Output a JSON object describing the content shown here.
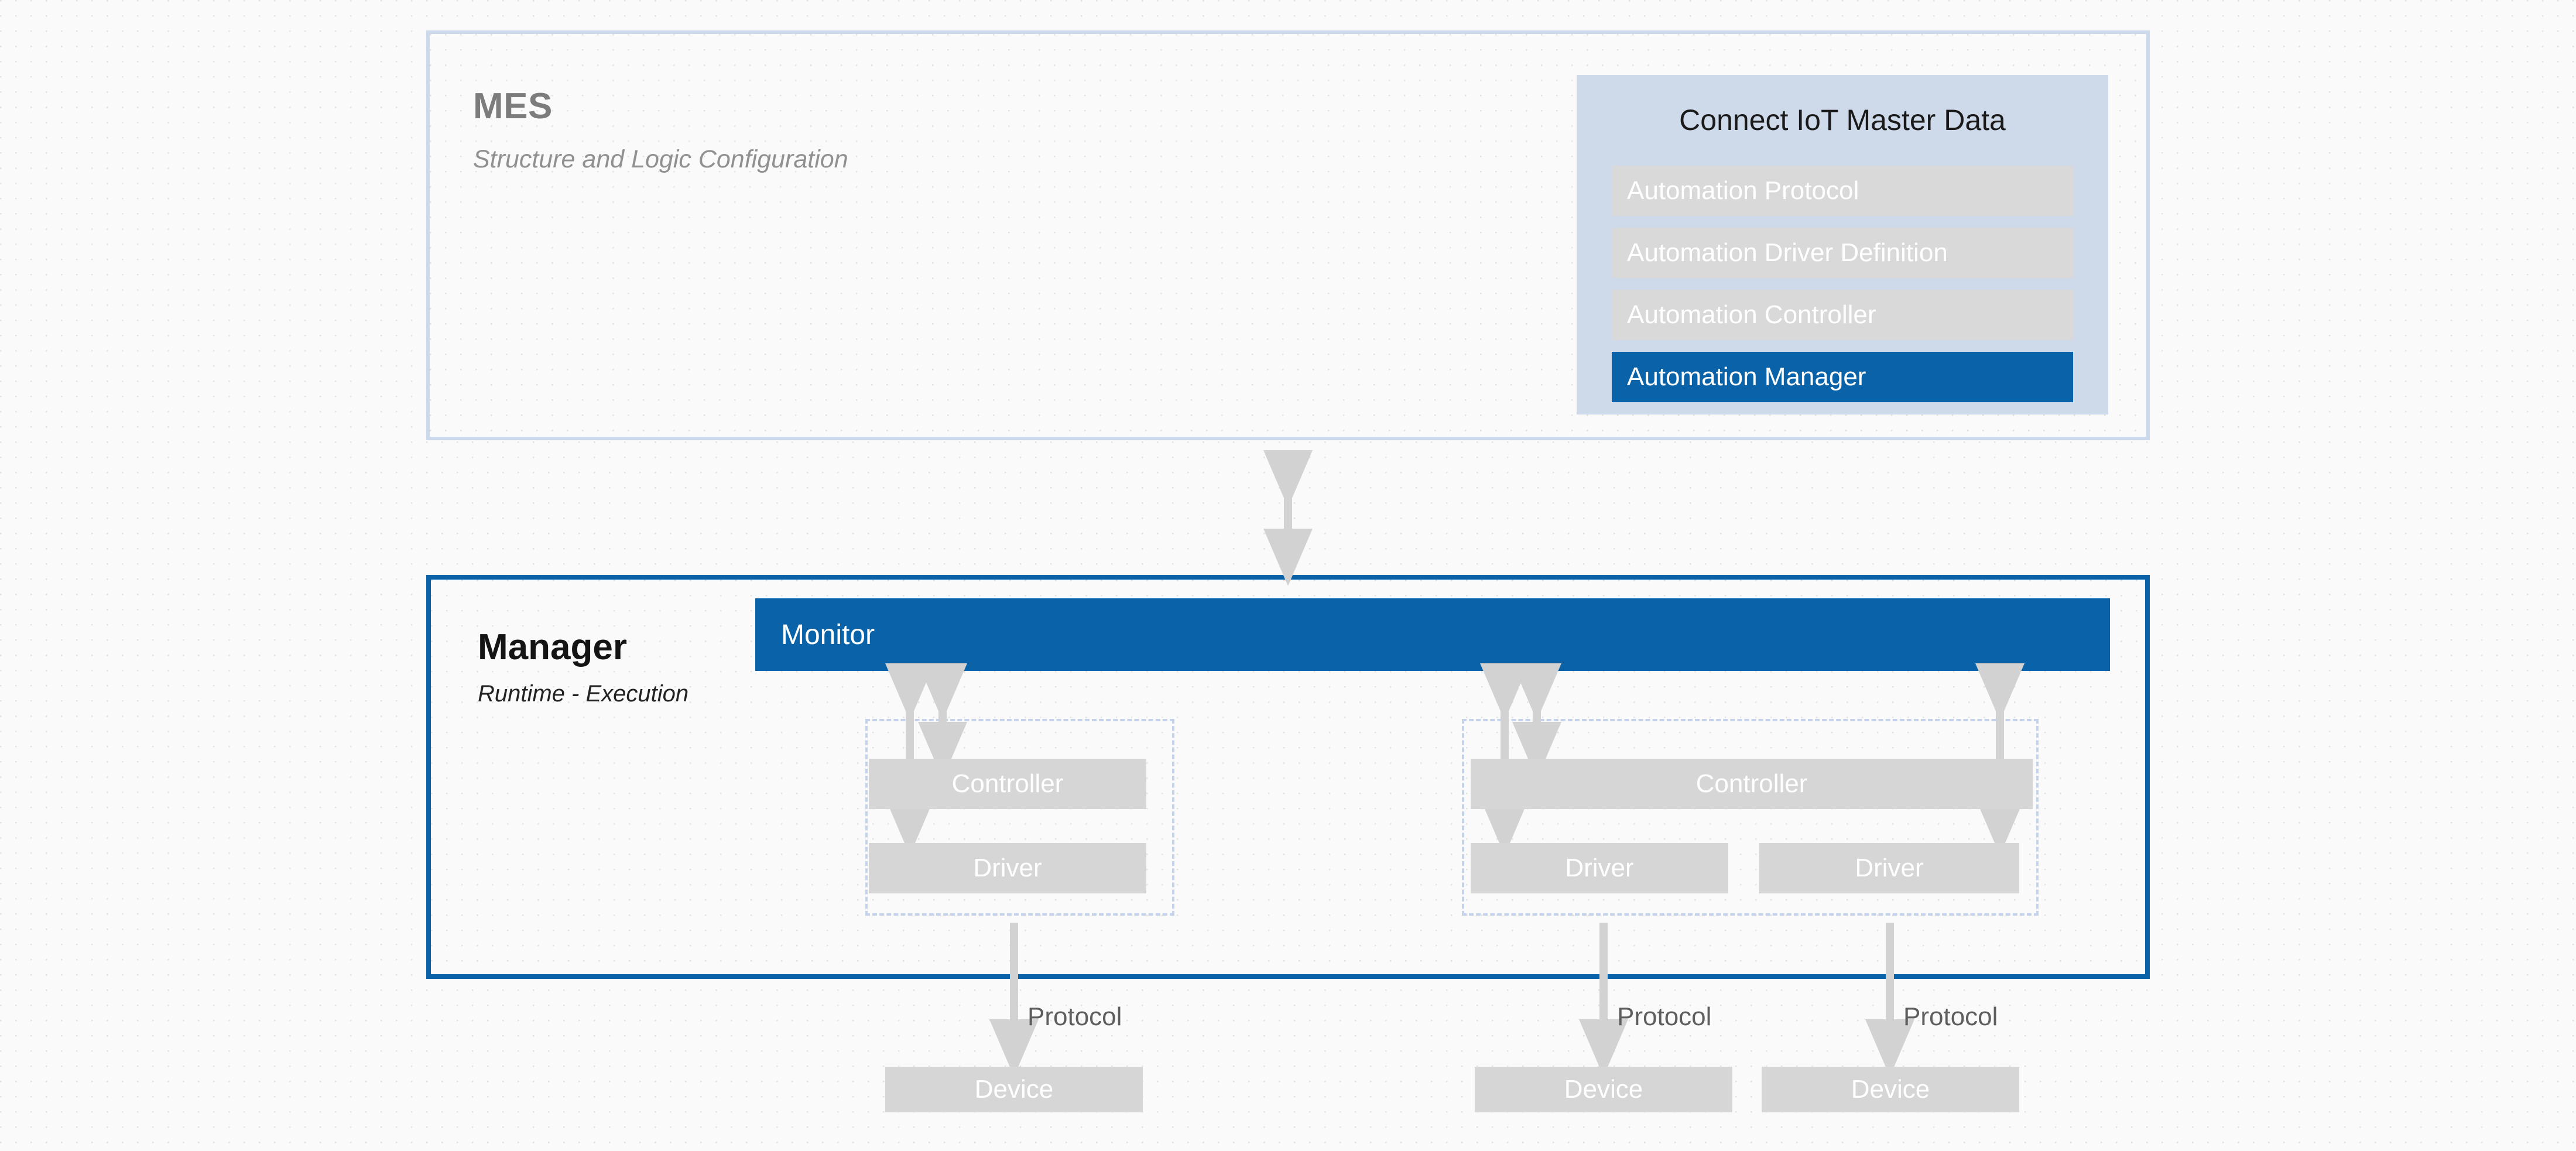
{
  "background": {
    "page_color": "#fafafa",
    "dot_color": "#e2e2e2"
  },
  "colors": {
    "brand_blue": "#0a63a8",
    "panel_border_light": "#ccd8ec",
    "card_background": "#ced9ea",
    "box_grey": "#d6d6d6",
    "row_grey": "#d9d9d9",
    "dashed_border": "#c5d3ea",
    "arrow_grey": "#d2d2d2"
  },
  "mes": {
    "title": "MES",
    "subtitle": "Structure and Logic Configuration",
    "card": {
      "title": "Connect IoT Master Data",
      "items": [
        {
          "label": "Automation Protocol",
          "active": false
        },
        {
          "label": "Automation Driver Definition",
          "active": false
        },
        {
          "label": "Automation Controller",
          "active": false
        },
        {
          "label": "Automation Manager",
          "active": true
        }
      ]
    }
  },
  "manager": {
    "title": "Manager",
    "subtitle": "Runtime - Execution",
    "monitor": {
      "label": "Monitor"
    },
    "groups": [
      {
        "controller": "Controller",
        "drivers": [
          "Driver"
        ]
      },
      {
        "controller": "Controller",
        "drivers": [
          "Driver",
          "Driver"
        ]
      }
    ]
  },
  "protocol_links": [
    {
      "label": "Protocol",
      "device": "Device"
    },
    {
      "label": "Protocol",
      "device": "Device"
    },
    {
      "label": "Protocol",
      "device": "Device"
    }
  ]
}
